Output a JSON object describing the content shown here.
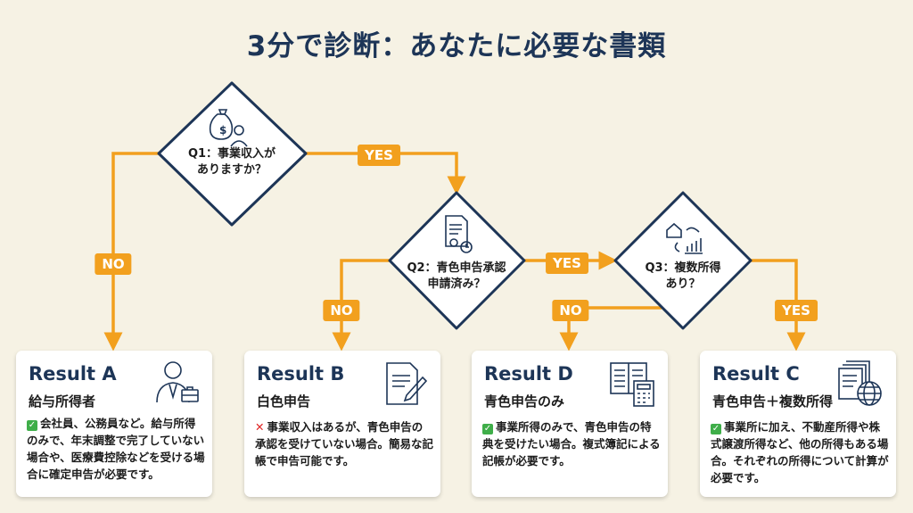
{
  "title": "3分で診断：あなたに必要な書類",
  "questions": [
    {
      "id": "Q1",
      "text_1": "Q1：事業収入が",
      "text_2": "ありますか？",
      "icon": "money-bag-person-icon"
    },
    {
      "id": "Q2",
      "text_1": "Q2：青色申告承認",
      "text_2": "申請済み？",
      "icon": "certificate-clock-icon"
    },
    {
      "id": "Q3",
      "text_1": "Q3：複数所得",
      "text_2": "あり？",
      "icon": "house-chart-icon"
    }
  ],
  "labels": {
    "q1_no": "NO",
    "q1_yes": "YES",
    "q2_no": "NO",
    "q2_yes": "YES",
    "q3_no": "NO",
    "q3_yes": "YES"
  },
  "results": [
    {
      "title": "Result A",
      "subtitle": "給与所得者",
      "status": "check",
      "desc": "会社員、公務員など。給与所得のみで、年末調整で完了していない場合や、医療費控除などを受ける場合に確定申告が必要です。",
      "icon": "businessman-briefcase-icon"
    },
    {
      "title": "Result B",
      "subtitle": "白色申告",
      "status": "cross",
      "desc": "事業収入はあるが、青色申告の承認を受けていない場合。簡易な記帳で申告可能です。",
      "icon": "document-pen-icon"
    },
    {
      "title": "Result D",
      "subtitle": "青色申告のみ",
      "status": "check",
      "desc": "事業所得のみで、青色申告の特典を受けたい場合。複式簿記による記帳が必要です。",
      "icon": "ledger-calculator-icon"
    },
    {
      "title": "Result C",
      "subtitle": "青色申告＋複数所得",
      "status": "check",
      "desc": "事業所に加え、不動産所得や株式譲渡所得など、他の所得もある場合。それぞれの所得について計算が必要です。",
      "icon": "documents-globe-icon"
    }
  ],
  "colors": {
    "background": "#f6f2e4",
    "accent": "#f2a01e",
    "navy": "#1d3557",
    "check": "#3fae49",
    "cross": "#e02424"
  }
}
